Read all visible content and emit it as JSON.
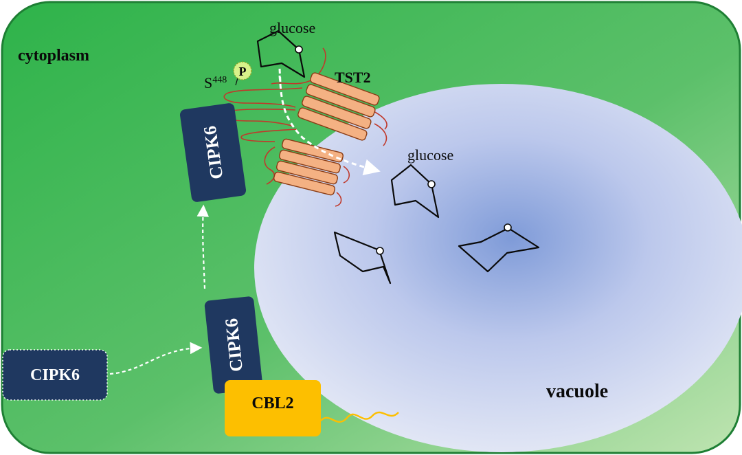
{
  "labels": {
    "cytoplasm": "cytoplasm",
    "vacuole": "vacuole",
    "glucose_top": "glucose",
    "glucose_mid": "glucose",
    "tst2": "TST2",
    "serine_site": "S",
    "serine_number": "448",
    "phospho": "P",
    "cipk6_free": "CIPK6",
    "cipk6_bound": "CIPK6",
    "cipk6_top": "CIPK6",
    "cbl2": "CBL2"
  },
  "colors": {
    "cell_fill_dark": "#2eb34a",
    "cell_fill_light": "#bfe4b1",
    "cell_border": "#1e7f34",
    "vacuole_center": "#7f9bd8",
    "vacuole_edge": "#e6eaf6",
    "cipk6": "#1f3860",
    "cbl2": "#fdbf00",
    "tst2_helix": "#f4b183",
    "tst2_outline": "#8a3d16",
    "loop": "#c0392b",
    "phospho": "#d9f28a",
    "arrow": "#ffffff"
  },
  "icons": {
    "glucose": "glucose-ring-icon",
    "phospho": "phosphate-icon"
  }
}
